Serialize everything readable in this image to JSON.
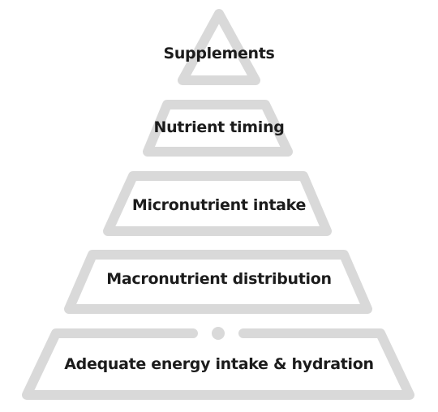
{
  "colors": {
    "outline": "#d9d9d9",
    "text": "#1c1c1c",
    "background": "#ffffff"
  },
  "pyramid": {
    "tiers": [
      {
        "label": "Supplements"
      },
      {
        "label": "Nutrient timing"
      },
      {
        "label": "Micronutrient intake"
      },
      {
        "label": "Macronutrient distribution"
      },
      {
        "label": "Adequate energy intake & hydration"
      }
    ]
  }
}
